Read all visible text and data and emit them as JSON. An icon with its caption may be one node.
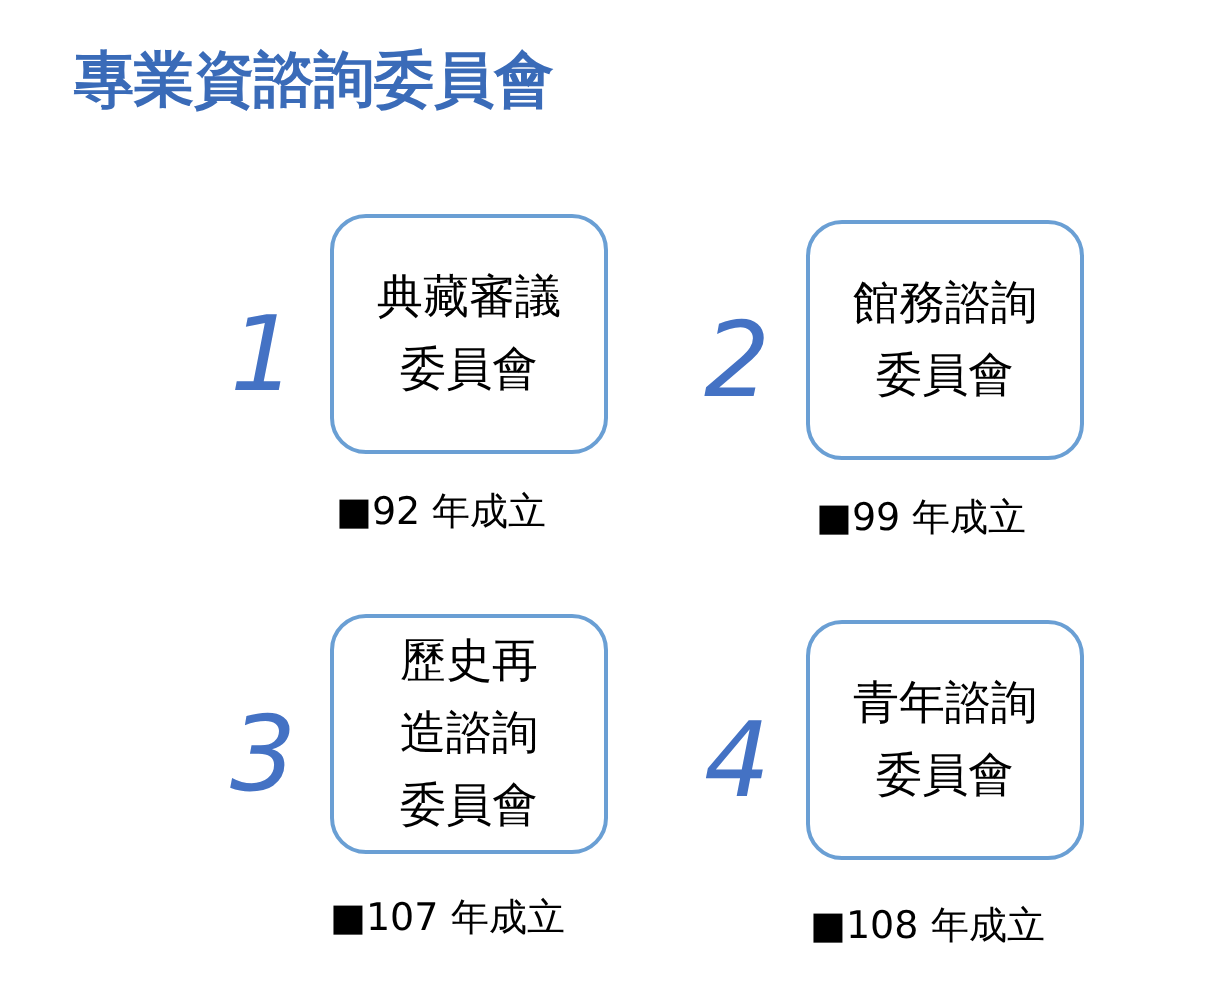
{
  "diagram": {
    "title": "專業資諮詢委員會",
    "nodes": [
      {
        "text": [
          "典藏審議委員會"
        ],
        "beside": [
          "1",
          "■92 年成立"
        ]
      },
      {
        "text": [
          "館務諮詢委員會"
        ],
        "beside": [
          "2",
          "■99 年成立"
        ]
      },
      {
        "text": [
          "歷史再造諮詢委員會"
        ],
        "beside": [
          "3",
          "■107 年成立"
        ]
      },
      {
        "text": [
          "青年諮詢委員會"
        ],
        "beside": [
          "4",
          "■108 年成立"
        ]
      }
    ]
  }
}
